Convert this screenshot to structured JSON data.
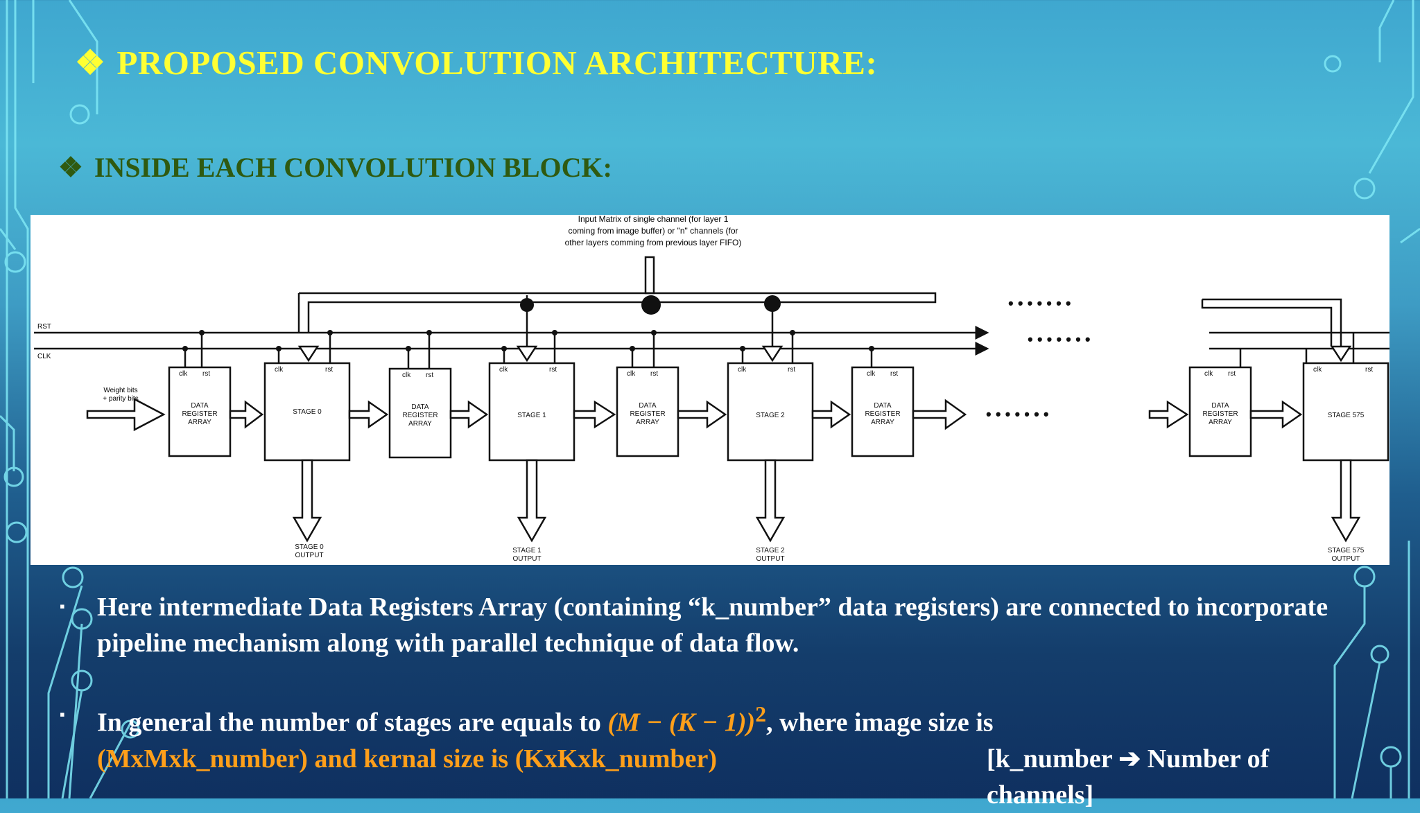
{
  "slide": {
    "title": "PROPOSED CONVOLUTION ARCHITECTURE:",
    "subtitle": "INSIDE EACH CONVOLUTION BLOCK:",
    "bullet_glyph": "❖",
    "list_glyph": "▪"
  },
  "diagram": {
    "input_note": [
      "Input Matrix of single channel (for layer 1",
      "coming from image buffer) or \"n\" channels (for",
      "other layers comming from previous layer FIFO)"
    ],
    "rst_label": "RST",
    "clk_label": "CLK",
    "weight_label": [
      "Weight bits",
      "+ parity bits"
    ],
    "clk_pin": "clk",
    "rst_pin": "rst",
    "data_reg_label": [
      "DATA",
      "REGISTER",
      "ARRAY"
    ],
    "stages": [
      {
        "label": "STAGE 0",
        "output": [
          "STAGE 0",
          "OUTPUT"
        ]
      },
      {
        "label": "STAGE 1",
        "output": [
          "STAGE 1",
          "OUTPUT"
        ]
      },
      {
        "label": "STAGE 2",
        "output": [
          "STAGE 2",
          "OUTPUT"
        ]
      },
      {
        "label": "STAGE 575",
        "output": [
          "STAGE 575",
          "OUTPUT"
        ]
      }
    ],
    "ellipsis": "• • • • • • •"
  },
  "bullets": {
    "p1": "Here intermediate Data Registers Array (containing “k_number” data registers) are connected to incorporate pipeline mechanism along with parallel technique of data flow.",
    "p2_a": "In general the number of stages are equals to ",
    "p2_formula": "(M − (K − 1))",
    "p2_exp": "2",
    "p2_b": ", where image size is",
    "p2_c": "(MxMxk_number) and kernal size is (KxKxk_number)",
    "p2_note": "[k_number ➔ Number of channels]"
  },
  "colors": {
    "title": "#ffff33",
    "subtitle": "#2f5a10",
    "accent_orange": "#ff9f1a"
  }
}
